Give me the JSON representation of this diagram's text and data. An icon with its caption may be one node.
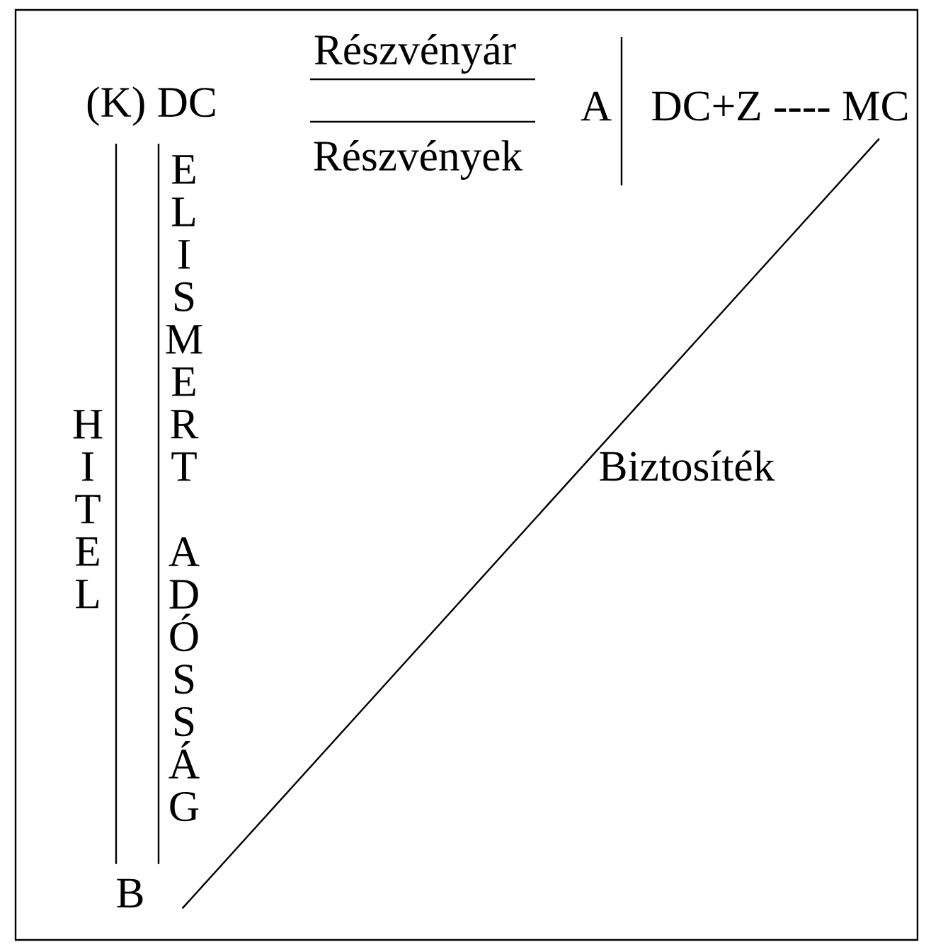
{
  "diagram": {
    "nodes": [
      {
        "text": [
          "(K) DC"
        ]
      },
      {
        "text": [
          "B"
        ]
      },
      {
        "text": [
          "DC+Z ---- MC"
        ]
      }
    ],
    "edges": [
      {
        "from": 0,
        "to": 1,
        "arrow": "none"
      },
      {
        "from": 1,
        "to": 2,
        "arrow": "none"
      },
      {
        "from": 0,
        "to": 1,
        "arrow": "none"
      }
    ],
    "labels": [
      "Részvényár",
      "Részvények",
      "A",
      "HITEL",
      "ELISMERT",
      "ADÓSSÁG",
      "Biztosíték"
    ]
  }
}
